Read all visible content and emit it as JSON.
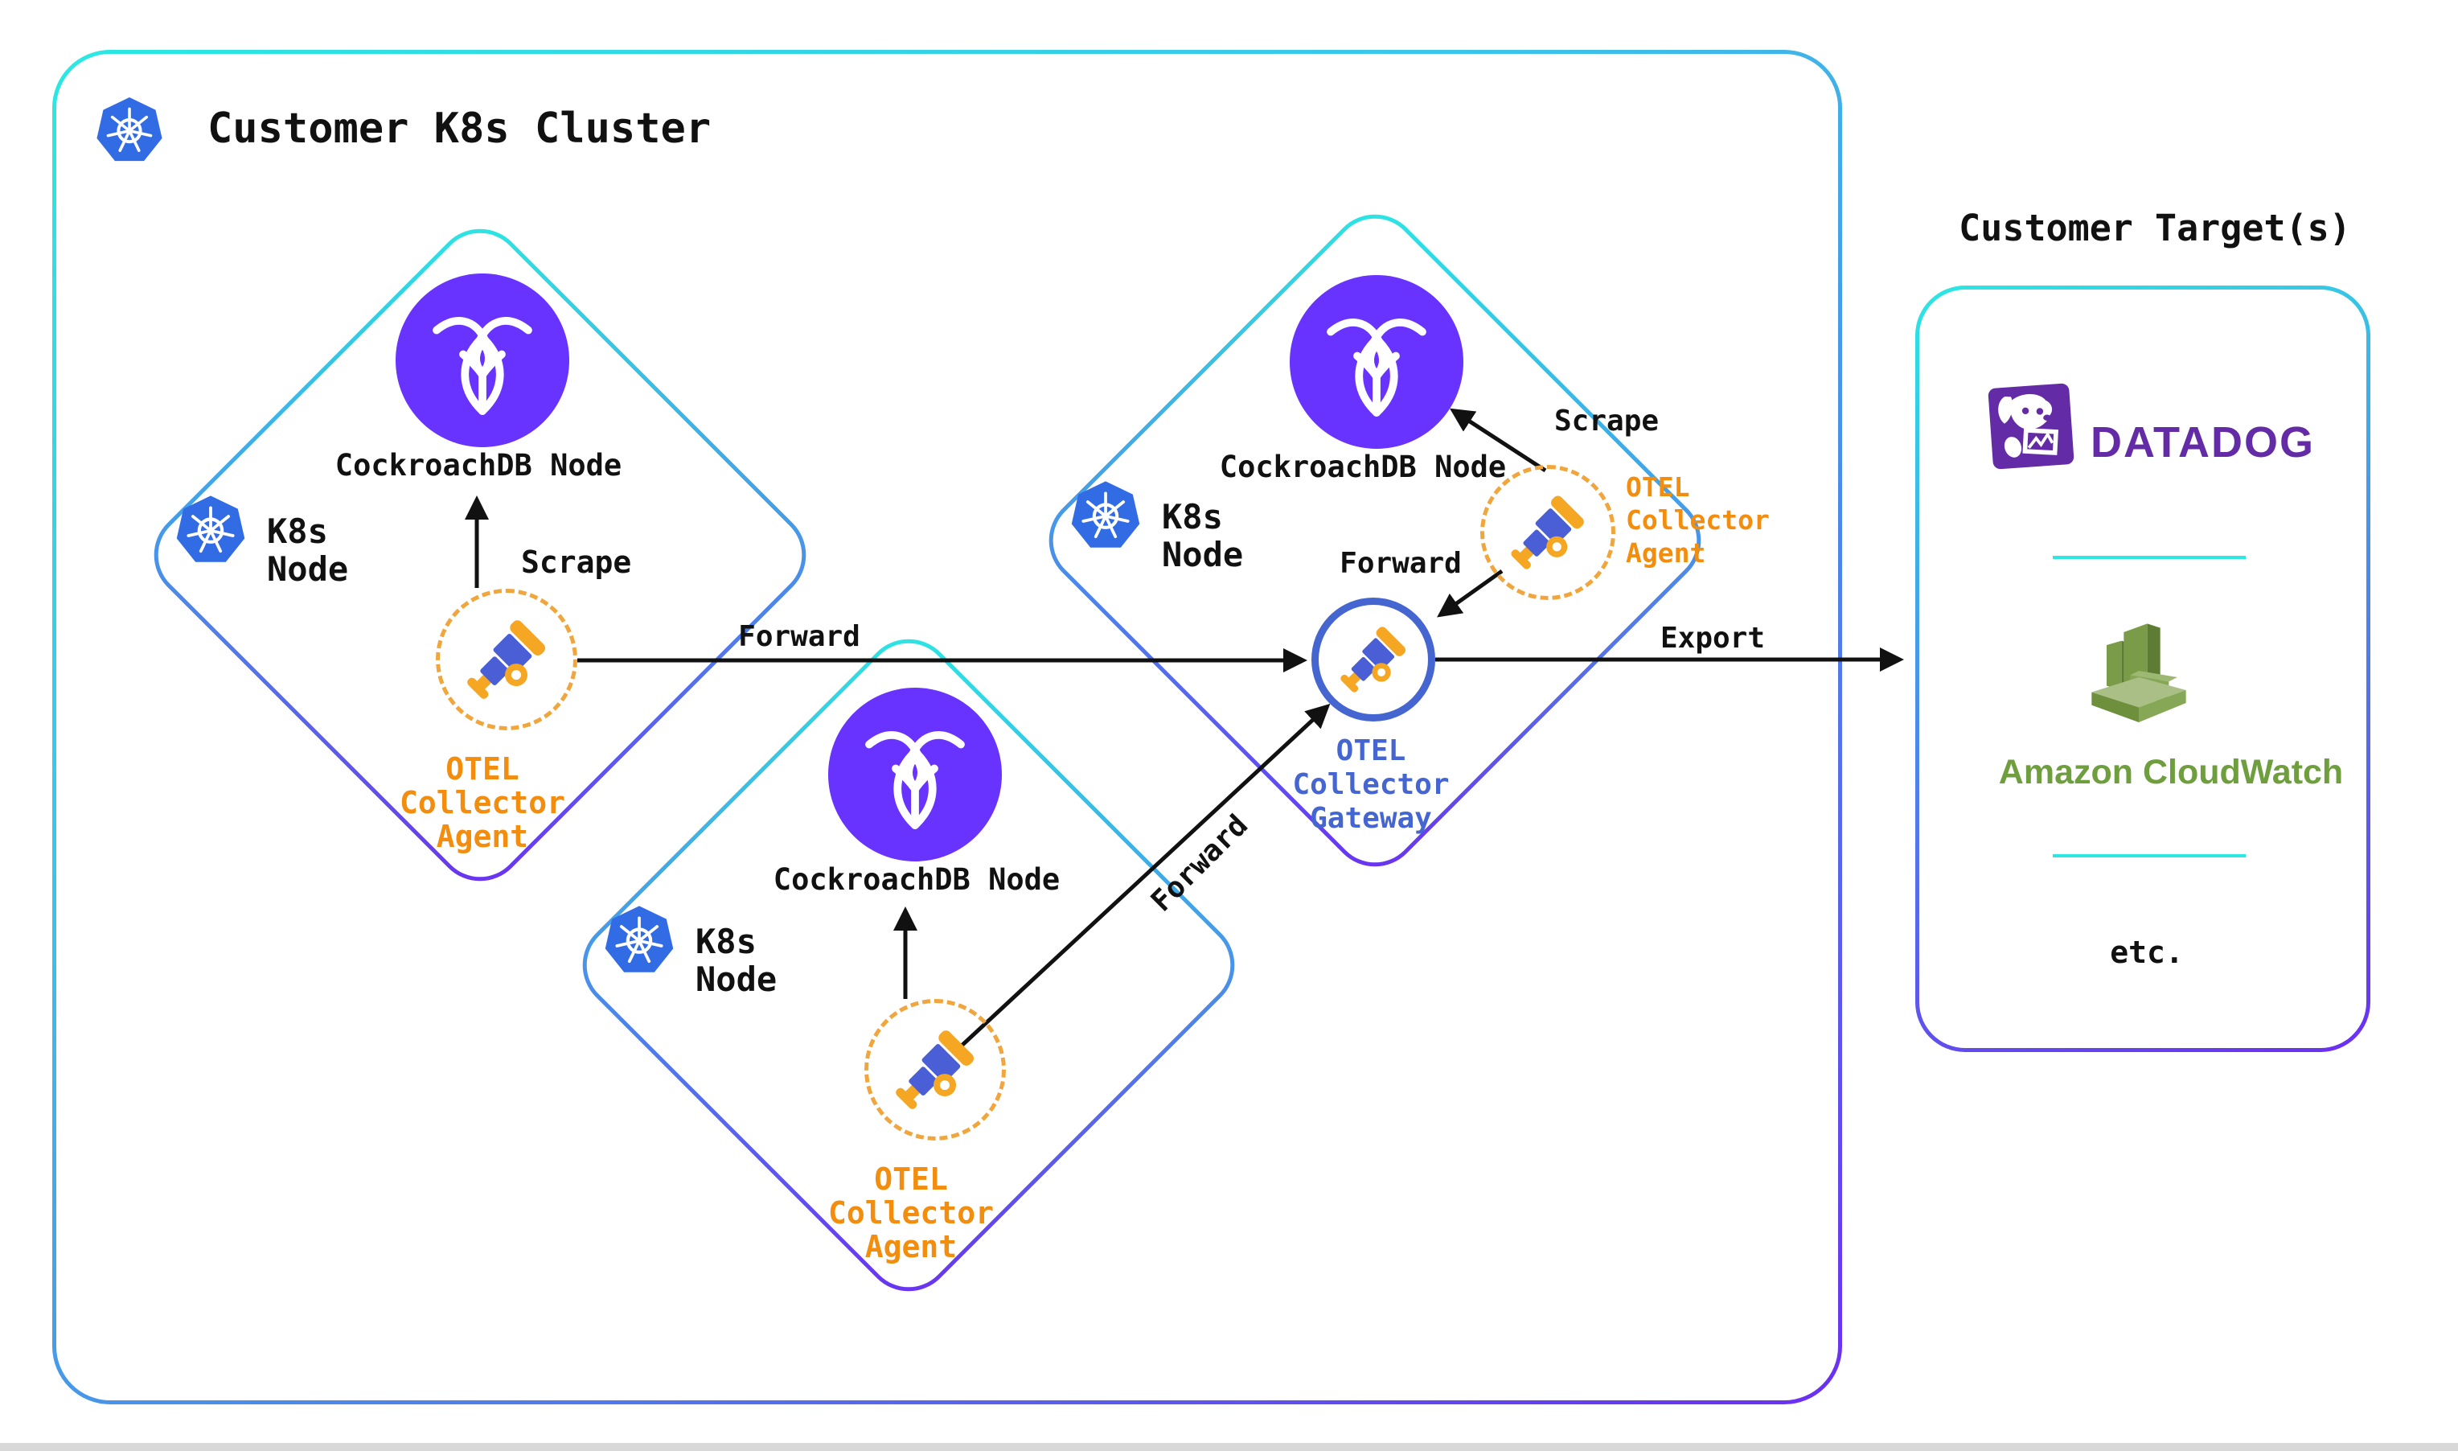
{
  "header": {
    "title": "Customer K8s Cluster"
  },
  "diamonds": [
    {
      "db": "CockroachDB Node",
      "k8s": [
        "K8s",
        "Node"
      ],
      "agent": [
        "OTEL",
        "Collector",
        "Agent"
      ],
      "scrape": "Scrape"
    },
    {
      "db": "CockroachDB Node",
      "k8s": [
        "K8s",
        "Node"
      ],
      "agent": [
        "OTEL",
        "Collector",
        "Agent"
      ]
    },
    {
      "db": "CockroachDB Node",
      "k8s": [
        "K8s",
        "Node"
      ],
      "agent": [
        "OTEL",
        "Collector",
        "Agent"
      ],
      "scrape": "Scrape"
    }
  ],
  "gateway": {
    "label": [
      "OTEL",
      "Collector",
      "Gateway"
    ]
  },
  "edges": {
    "forward1": "Forward",
    "forward2": "Forward",
    "forward3": "Forward",
    "export": "Export"
  },
  "targets": {
    "title": "Customer Target(s)",
    "datadog": "DATADOG",
    "cloudwatch": "Amazon CloudWatch",
    "etc": "etc."
  },
  "colors": {
    "gradient_cyan": "#2BE8E3",
    "gradient_blue": "#4A90E8",
    "gradient_purple": "#6B2FF0",
    "cockroach_purple": "#6933FF",
    "k8s_blue": "#326CE5",
    "otel_orange": "#F28D0E",
    "otel_dash_orange": "#F0A63C",
    "gateway_blue": "#4565D1",
    "datadog_purple": "#632CA6",
    "cloudwatch_green": "#6F9E3E",
    "arrow_black": "#111111"
  }
}
